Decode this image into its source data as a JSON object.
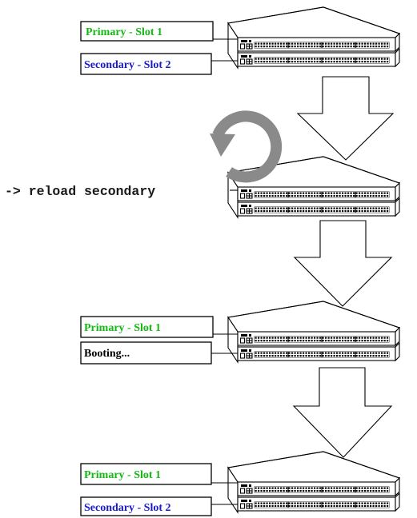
{
  "colors": {
    "primary": "#14b814",
    "secondary": "#1a1acc",
    "booting": "#000000",
    "reload_arrow": "#8a8a8a"
  },
  "icons": {
    "reload": "circular-reload-arrow-icon",
    "switch": "network-switch-chassis-icon"
  },
  "stage1": {
    "primary_label": "Primary - Slot 1",
    "secondary_label": "Secondary - Slot 2"
  },
  "stage2": {
    "command": "-> reload secondary"
  },
  "stage3": {
    "primary_label": "Primary - Slot 1",
    "secondary_label": "Booting..."
  },
  "stage4": {
    "primary_label": "Primary - Slot 1",
    "secondary_label": "Secondary - Slot 2"
  }
}
